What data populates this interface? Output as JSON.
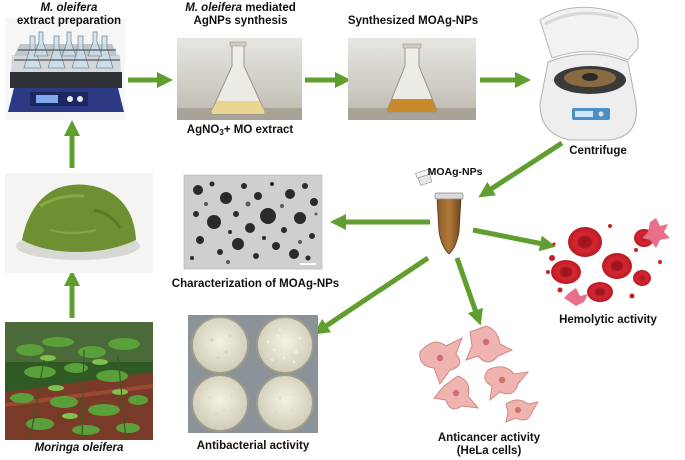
{
  "labels": {
    "extract_prep_species": "M. oleifera",
    "extract_prep_rest": "extract preparation",
    "synthesis_species": "M. oleifera",
    "synthesis_mediated": " mediated",
    "synthesis_rest": "AgNPs synthesis",
    "synthesized": "Synthesized MOAg-NPs",
    "agno3_pre": "AgNO",
    "agno3_sub": "3",
    "agno3_post": "+ MO extract",
    "centrifuge": "Centrifuge",
    "moag_tube": "MOAg-NPs",
    "characterization": "Characterization of MOAg-NPs",
    "hemolytic": "Hemolytic activity",
    "anticancer": "Anticancer activity",
    "hela": "(HeLa cells)",
    "antibacterial": "Antibacterial activity",
    "moringa": "Moringa oleifera"
  },
  "colors": {
    "arrow": "#5f9e2f",
    "powder": "#6f8f33",
    "plant": "#3d7a2a",
    "rbc": "#c8202b",
    "hela": "#f0b4b0",
    "flask_liquid_light": "#e8d690",
    "flask_liquid_dark": "#c88a2a"
  }
}
